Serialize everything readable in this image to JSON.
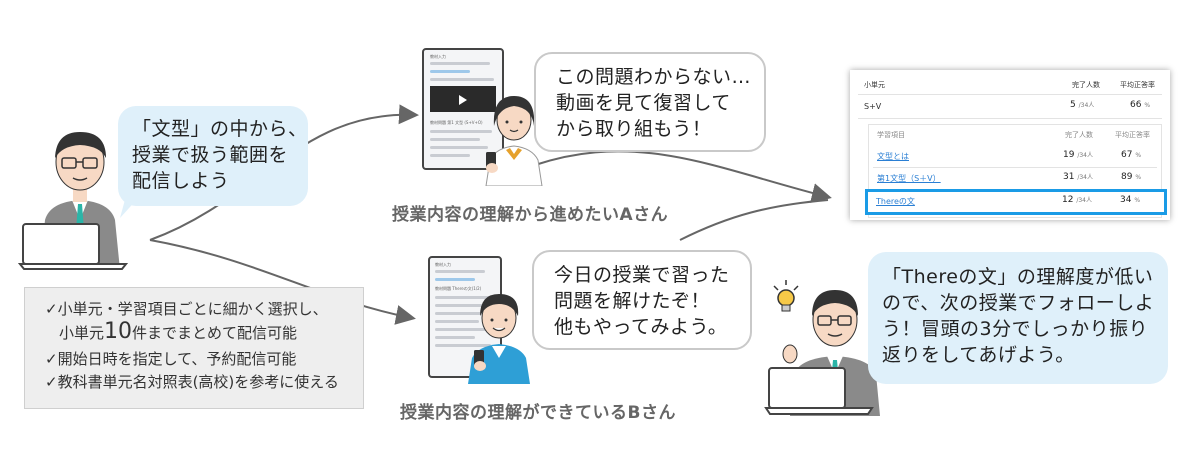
{
  "teacher_bubble": "「文型」の中から、\n授業で扱う範囲を\n配信しよう",
  "features": {
    "item1": "✓小単元・学習項目ごとに細かく選択し、",
    "item1_cont_prefix": "小単元",
    "item1_cont_big": "10",
    "item1_cont_suffix": "件までまとめて配信可能",
    "item2": "✓開始日時を指定して、予約配信可能",
    "item3": "✓教科書単元名対照表(高校)を参考に使える"
  },
  "student_a": {
    "bubble": "この問題わからない…\n動画を見て復習して\nから取り組もう！",
    "caption": "授業内容の理解から進めたいAさん"
  },
  "student_b": {
    "bubble": "今日の授業で習った\n問題を解けたぞ！\n他もやってみよう。",
    "caption": "授業内容の理解ができているBさん"
  },
  "teacher_review_bubble": "「Thereの文」の理解度が低い\nので、次の授業でフォローしよ\nう！冒頭の3分でしっかり振り\n返りをしてあげよう。",
  "phone_a": {
    "title": "教材入力",
    "lines": [
      "教材問題 第1 文型 (S+V+O)"
    ]
  },
  "phone_b": {
    "title": "教材入力",
    "lines": [
      "教材問題 Thereの文(1/2)"
    ]
  },
  "table": {
    "headers": {
      "unit": "小単元",
      "done": "完了人数",
      "avg": "平均正答率"
    },
    "top_row": {
      "name": "S+V",
      "done": "5",
      "unit_count": "/34人",
      "avg": "66",
      "unit_pct": "%"
    },
    "sub_headers": {
      "item": "学習項目",
      "done": "完了人数",
      "avg": "平均正答率"
    },
    "rows": [
      {
        "name": "文型とは",
        "done": "19",
        "unit_count": "/34人",
        "avg": "67",
        "unit_pct": "%"
      },
      {
        "name": "第1文型（S＋V）",
        "done": "31",
        "unit_count": "/34人",
        "avg": "89",
        "unit_pct": "%"
      },
      {
        "name": "Thereの文",
        "done": "12",
        "unit_count": "/34人",
        "avg": "34",
        "unit_pct": "%"
      }
    ]
  },
  "colors": {
    "arrow": "#666666",
    "bubble_blue": "#dff0fa",
    "highlight": "#1a9be6",
    "tie": "#2bb5a8",
    "bow": "#e6a12c"
  }
}
